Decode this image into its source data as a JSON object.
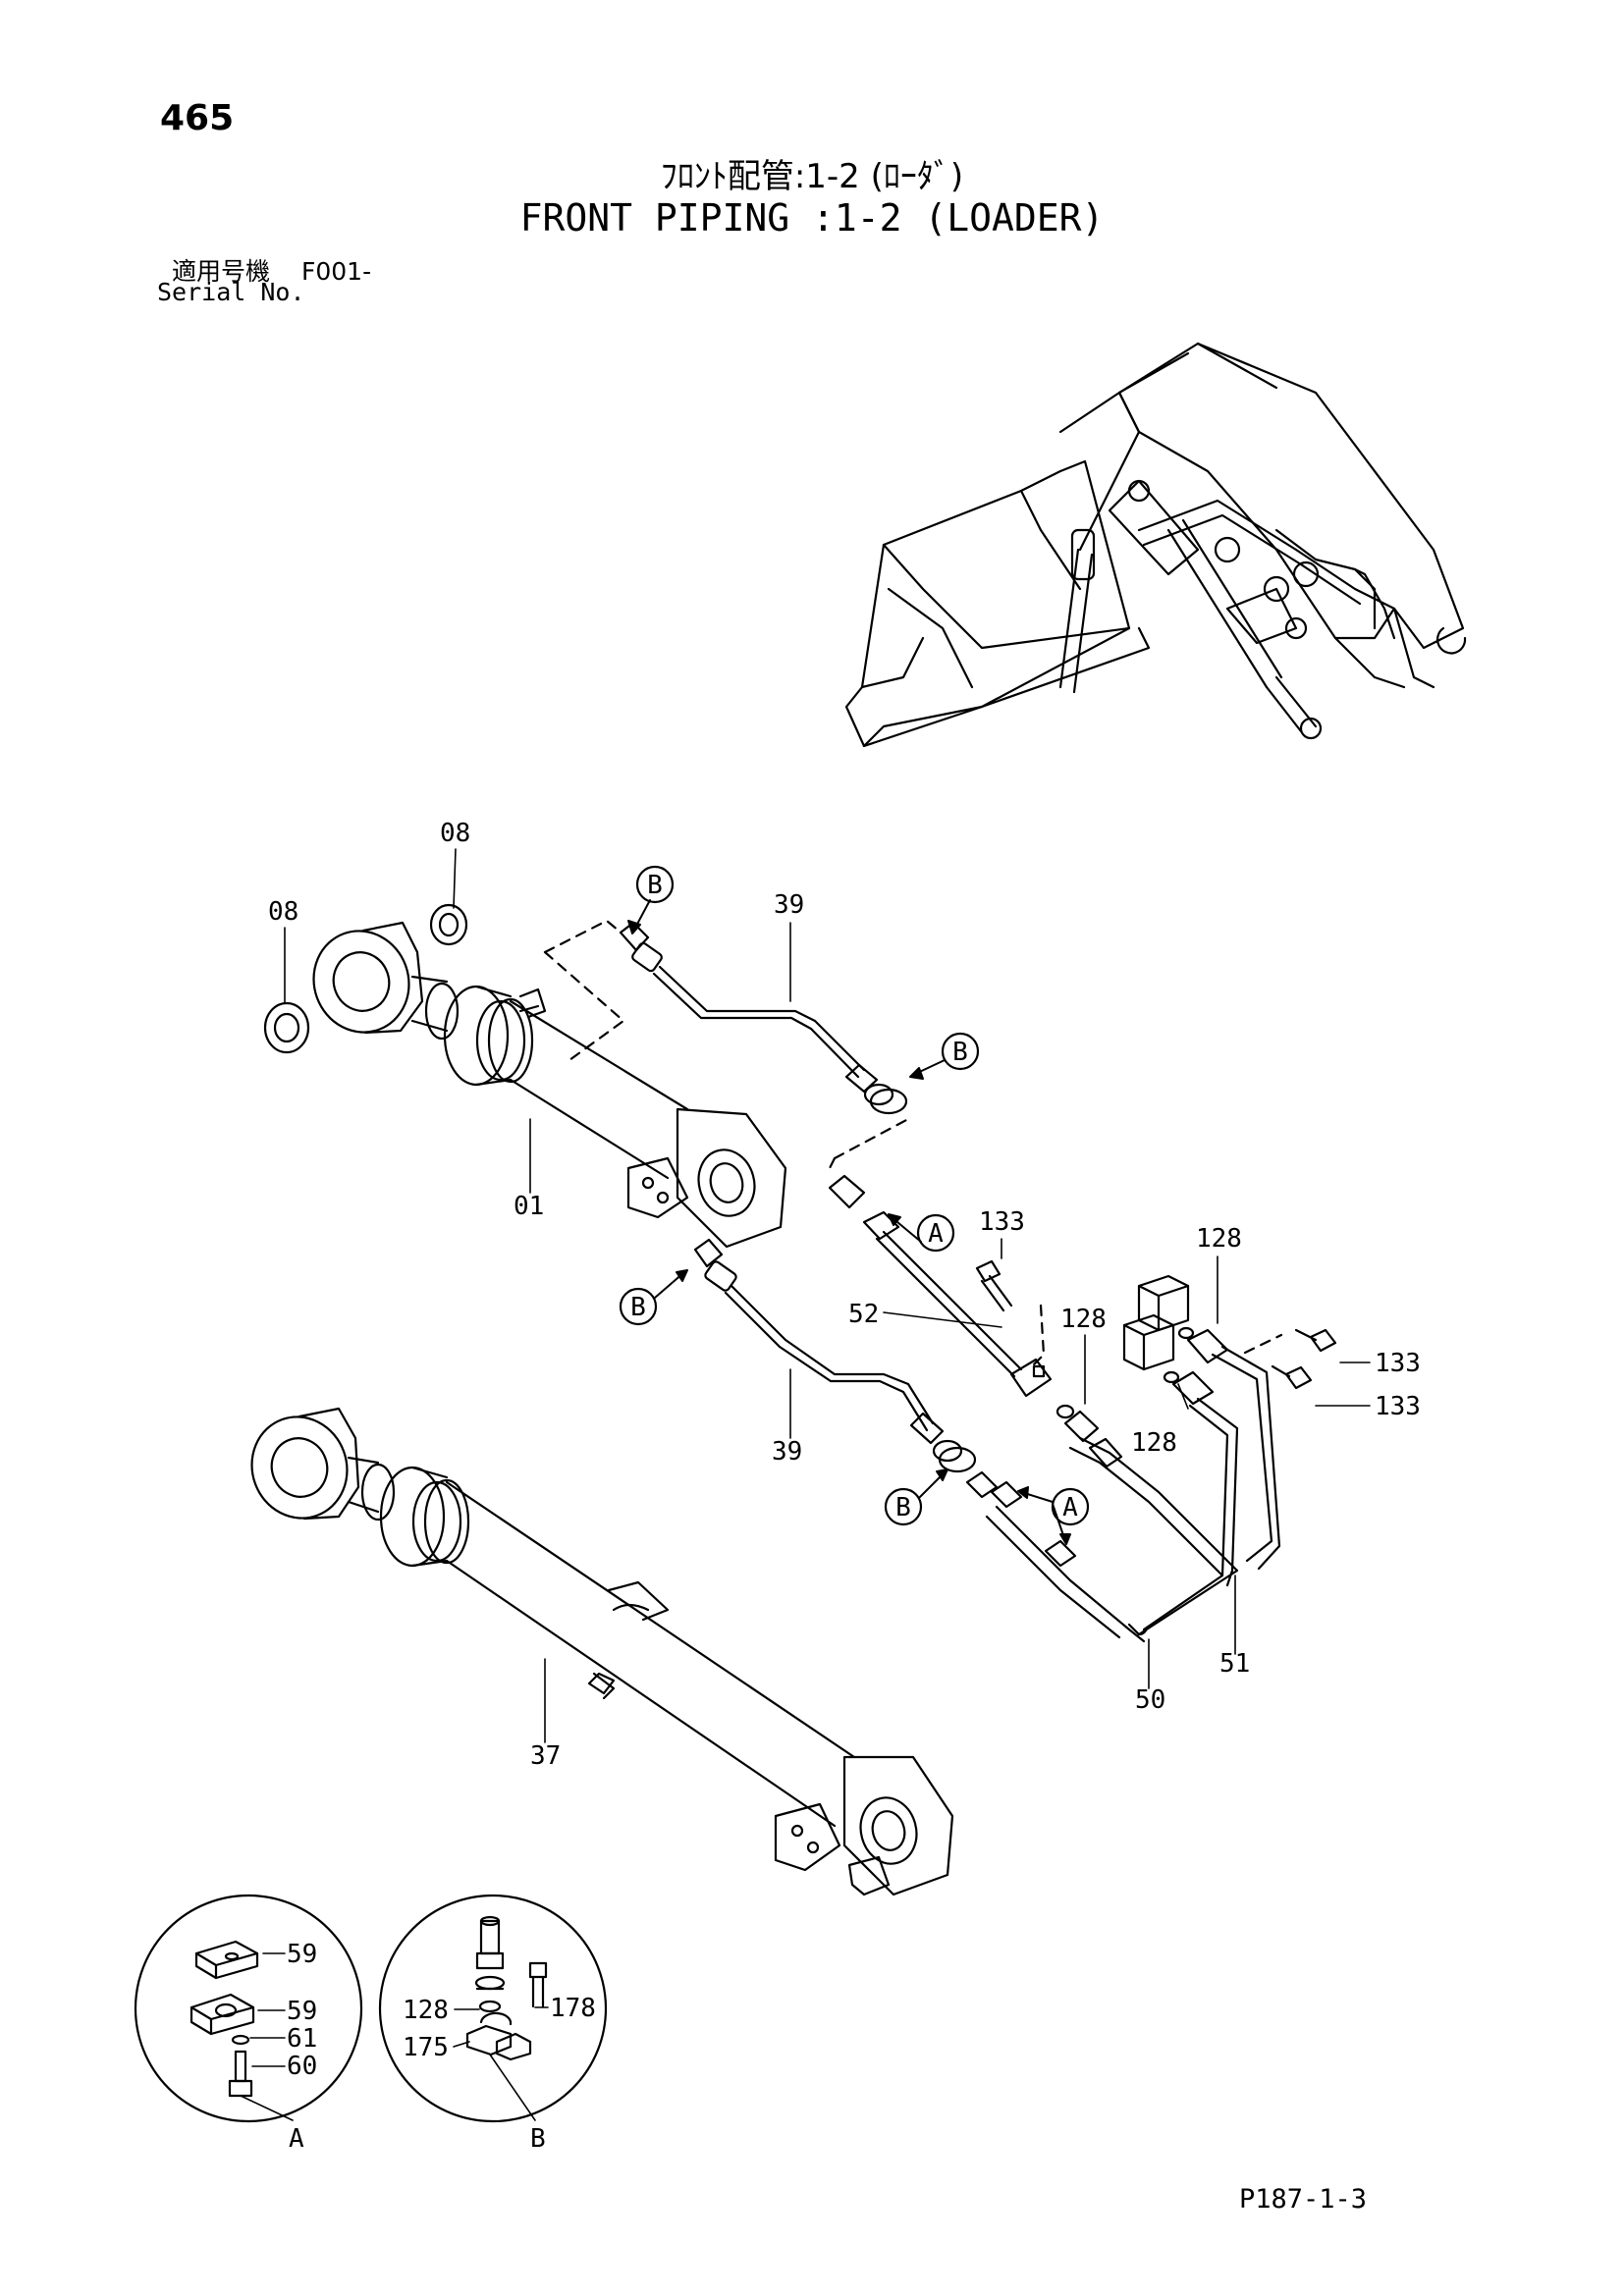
{
  "header": {
    "page_number": "465",
    "title_jp": "ﾌﾛﾝﾄ配管:1-2 (ﾛｰﾀﾞ)",
    "title_en": "FRONT PIPING :1-2 (LOADER)",
    "serial_label_jp": "適用号機",
    "serial_value": "F001-",
    "serial_label_en": "Serial No."
  },
  "callouts": {
    "c08a": "08",
    "c08b": "08",
    "c39a": "39",
    "c39b": "39",
    "c01": "01",
    "c133a": "133",
    "c133b": "133",
    "c133c": "133",
    "c128a": "128",
    "c128b": "128",
    "c128c": "128",
    "c52": "52",
    "c50": "50",
    "c51": "51",
    "c37": "37",
    "c59a": "59",
    "c59b": "59",
    "c61": "61",
    "c60": "60",
    "c128d": "128",
    "c178": "178",
    "c175": "175"
  },
  "markers": {
    "b1": "B",
    "b2": "B",
    "b3": "B",
    "b4": "B",
    "a1": "A",
    "a2": "A"
  },
  "details": {
    "detail_a_label": "A",
    "detail_b_label": "B"
  },
  "footer": {
    "code": "P187-1-3"
  }
}
